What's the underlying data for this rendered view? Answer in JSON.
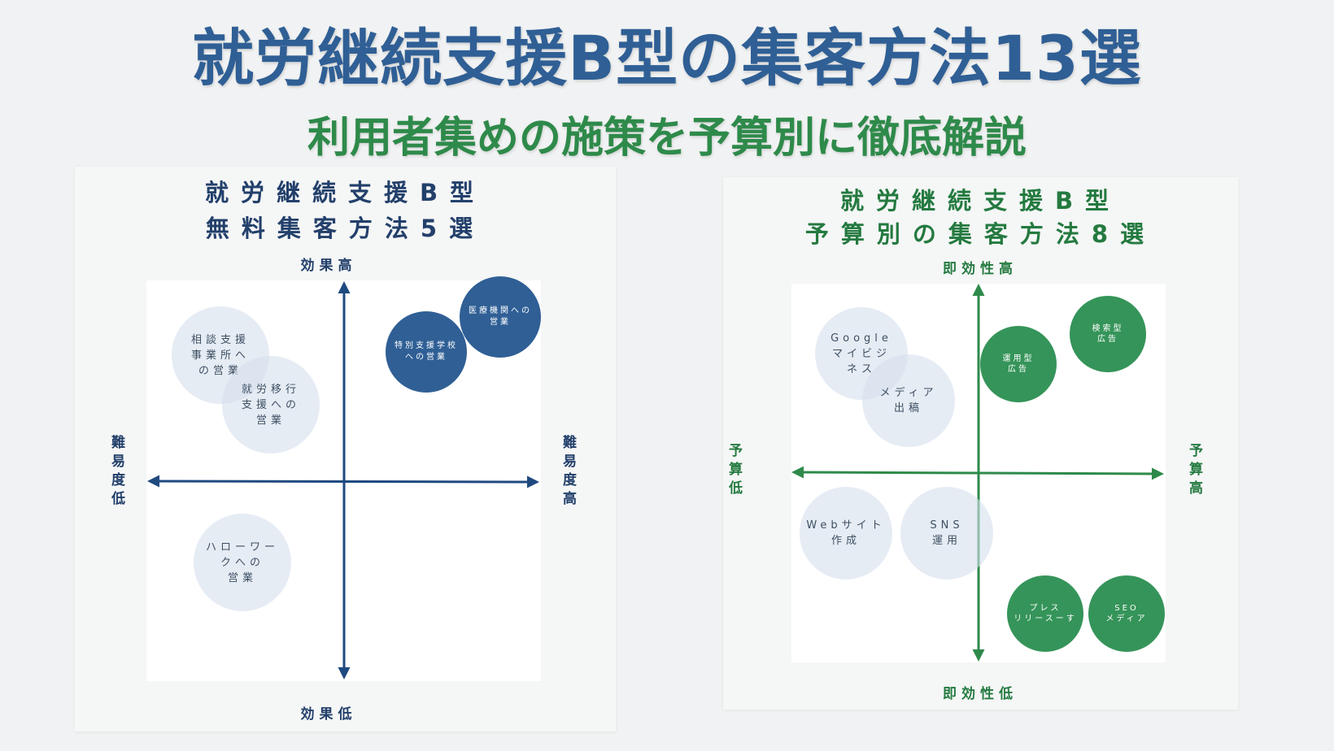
{
  "header": {
    "title": "就労継続支援B型の集客方法13選",
    "subtitle": "利用者集めの施策を予算別に徹底解説"
  },
  "left_chart": {
    "title_line1": "就労継続支援B型",
    "title_line2": "無料集客方法5選",
    "axis_top": "効果高",
    "axis_bottom": "効果低",
    "axis_left": "難易度低",
    "axis_right": "難易度高",
    "color": "#2f5f95",
    "bubbles": [
      {
        "label": "相談支援\n事業所へ\nの営業",
        "style": "light"
      },
      {
        "label": "就労移行\n支援への\n営業",
        "style": "light"
      },
      {
        "label": "特別支援学校\nへの営業",
        "style": "dark-blue"
      },
      {
        "label": "医療機関への\n営業",
        "style": "dark-blue"
      },
      {
        "label": "ハローワー\nクへの\n営業",
        "style": "light"
      }
    ]
  },
  "right_chart": {
    "title_line1": "就労継続支援B型",
    "title_line2": "予算別の集客方法8選",
    "axis_top": "即効性高",
    "axis_bottom": "即効性低",
    "axis_left": "予算低",
    "axis_right": "予算高",
    "color": "#2e8a4a",
    "bubbles": [
      {
        "label": "Google\nマイビジ\nネス",
        "style": "light"
      },
      {
        "label": "メディア\n出稿",
        "style": "light"
      },
      {
        "label": "運用型\n広告",
        "style": "dark-green"
      },
      {
        "label": "検索型\n広告",
        "style": "dark-green"
      },
      {
        "label": "Webサイト\n作成",
        "style": "light"
      },
      {
        "label": "SNS\n運用",
        "style": "light"
      },
      {
        "label": "プレス\nリリースーす",
        "style": "dark-green"
      },
      {
        "label": "SEO\nメディア",
        "style": "dark-green"
      }
    ]
  }
}
